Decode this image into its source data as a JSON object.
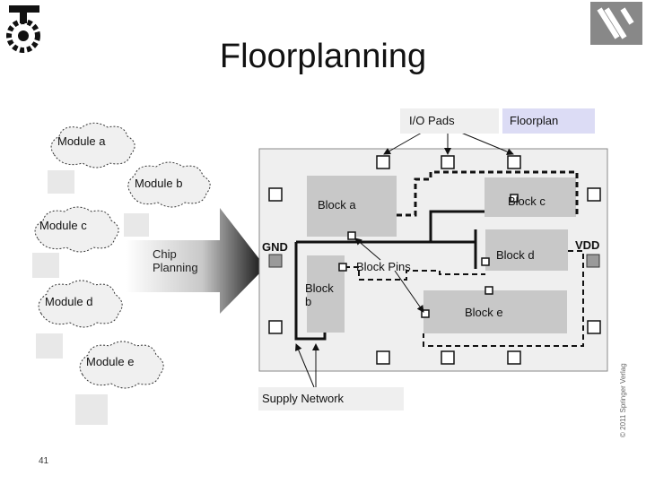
{
  "slide": {
    "title": "Floorplanning",
    "page_number": "41",
    "copyright": "© 2011 Springer Verlag"
  },
  "legend": {
    "io_pads": "I/O Pads",
    "floorplan": "Floorplan"
  },
  "modules": [
    {
      "label": "Module a"
    },
    {
      "label": "Module b"
    },
    {
      "label": "Module c"
    },
    {
      "label": "Module d"
    },
    {
      "label": "Module e"
    }
  ],
  "arrow_label": "Chip\nPlanning",
  "arrow_label_lines": [
    "Chip",
    "Planning"
  ],
  "blocks": {
    "a": "Block a",
    "b_line1": "Block",
    "b_line2": "b",
    "c": "Block c",
    "d": "Block d",
    "e": "Block e"
  },
  "pins": {
    "gnd": "GND",
    "vdd": "VDD",
    "block_pins": "Block Pins",
    "supply_network": "Supply Network"
  },
  "colors": {
    "floorplan_bg": "#efefef",
    "block_fill": "#c8c8c8",
    "floorplan_legend": "#dcdcf5",
    "cloud_fill": "#f0f0f0"
  }
}
